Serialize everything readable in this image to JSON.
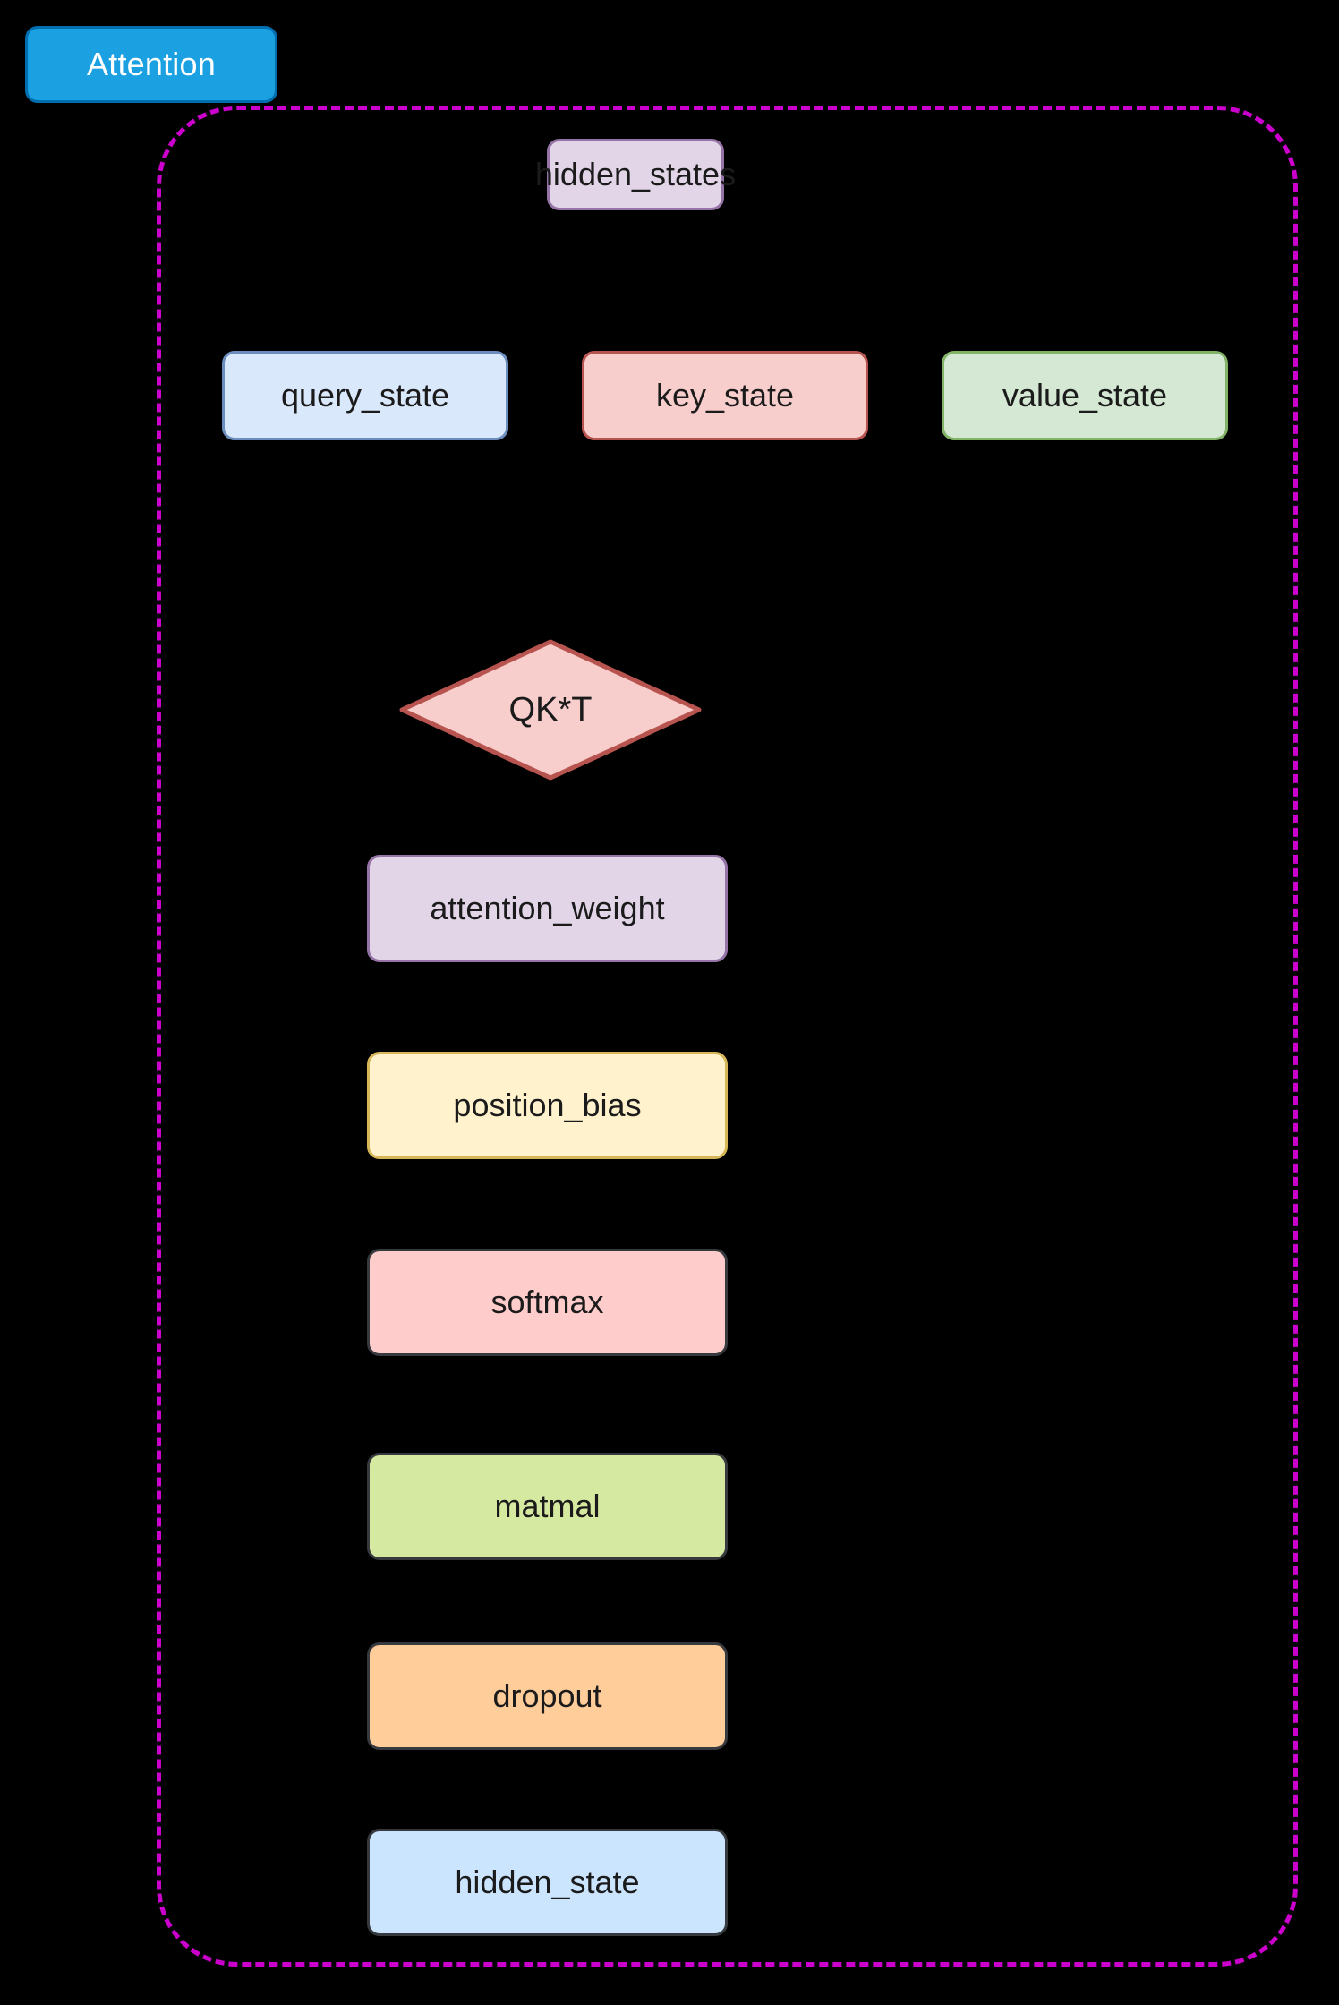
{
  "diagram": {
    "title": "Attention",
    "background_color": "#000000",
    "group_border_color": "#cc00cc",
    "title_fill": "#1ba1e2",
    "title_stroke": "#006eaf",
    "title_text_color": "#ffffff"
  },
  "nodes": {
    "hidden_states": {
      "label": "hidden_states",
      "fill": "#e1d5e7",
      "stroke": "#9673a6",
      "shape": "rounded-rect"
    },
    "query_state": {
      "label": "query_state",
      "fill": "#dae8fc",
      "stroke": "#6c8ebf",
      "shape": "rounded-rect"
    },
    "key_state": {
      "label": "key_state",
      "fill": "#f8cecc",
      "stroke": "#b85450",
      "shape": "rounded-rect"
    },
    "value_state": {
      "label": "value_state",
      "fill": "#d5e8d4",
      "stroke": "#82b366",
      "shape": "rounded-rect"
    },
    "qkt": {
      "label": "QK*T",
      "fill": "#f8cecc",
      "stroke": "#b85450",
      "shape": "diamond"
    },
    "attention_weight": {
      "label": "attention_weight",
      "fill": "#e1d5e7",
      "stroke": "#9673a6",
      "shape": "rounded-rect"
    },
    "position_bias": {
      "label": "position_bias",
      "fill": "#fff2cc",
      "stroke": "#d6b656",
      "shape": "rounded-rect"
    },
    "softmax": {
      "label": "softmax",
      "fill": "#ffcccc",
      "stroke": "#36393d",
      "shape": "rounded-rect"
    },
    "matmal": {
      "label": "matmal",
      "fill": "#d6e9a0",
      "stroke": "#36393d",
      "shape": "rounded-rect"
    },
    "dropout": {
      "label": "dropout",
      "fill": "#ffcd99",
      "stroke": "#36393d",
      "shape": "rounded-rect"
    },
    "hidden_state": {
      "label": "hidden_state",
      "fill": "#cce5ff",
      "stroke": "#36393d",
      "shape": "rounded-rect"
    }
  }
}
